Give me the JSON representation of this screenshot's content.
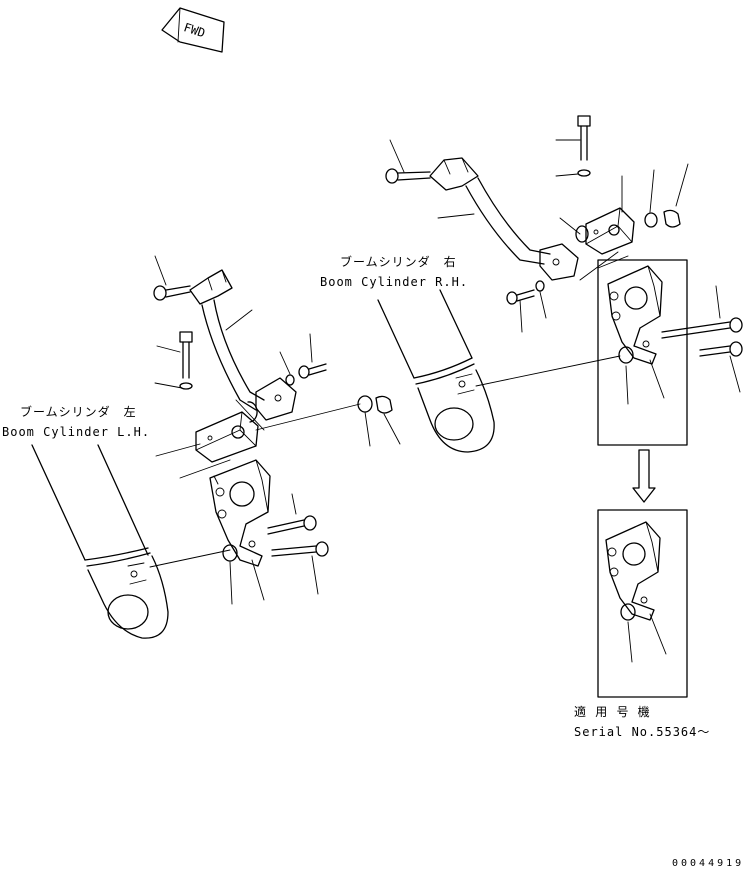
{
  "direction_marker": {
    "label": "FWD"
  },
  "cylinder_rh": {
    "label_jp": "ブームシリンダ　右",
    "label_en": "Boom Cylinder R.H."
  },
  "cylinder_lh": {
    "label_jp": "ブームシリンダ　左",
    "label_en": "Boom Cylinder L.H."
  },
  "serial_note": {
    "label_jp": "適 用 号 機",
    "label_en": "Serial No.55364～"
  },
  "drawing_number": "00044919"
}
